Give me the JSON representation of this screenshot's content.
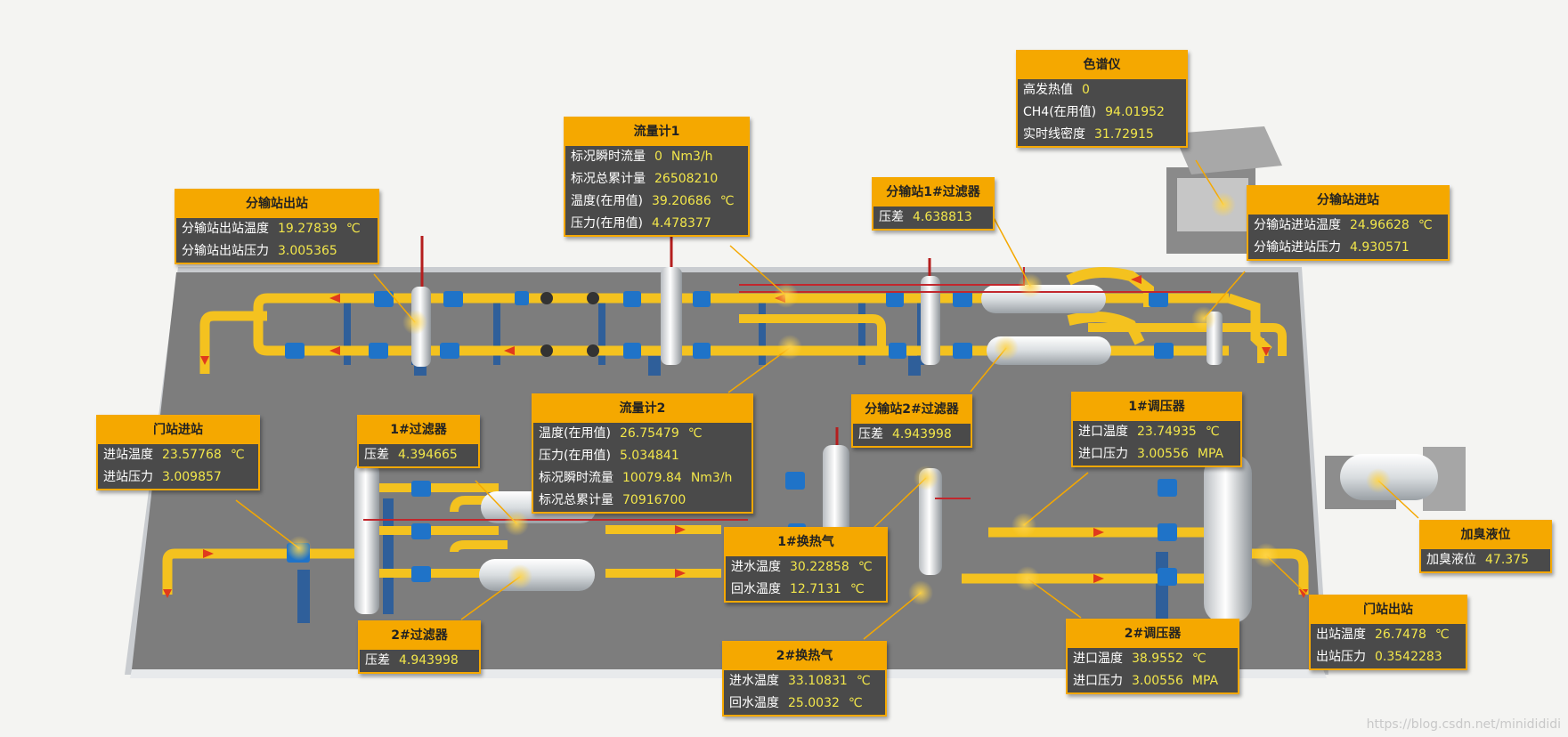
{
  "panels": [
    {
      "id": "flowmeter1",
      "title": "流量计1",
      "rows": [
        {
          "label": "标况瞬时流量",
          "value": "0",
          "unit": "Nm3/h"
        },
        {
          "label": "标况总累计量",
          "value": "26508210",
          "unit": ""
        },
        {
          "label": "温度(在用值)",
          "value": "39.20686",
          "unit": "℃"
        },
        {
          "label": "压力(在用值)",
          "value": "4.478377",
          "unit": ""
        }
      ]
    },
    {
      "id": "branch-out",
      "title": "分输站出站",
      "rows": [
        {
          "label": "分输站出站温度",
          "value": "19.27839",
          "unit": "℃"
        },
        {
          "label": "分输站出站压力",
          "value": "3.005365",
          "unit": ""
        }
      ]
    },
    {
      "id": "chromatograph",
      "title": "色谱仪",
      "rows": [
        {
          "label": "高发热值",
          "value": "0",
          "unit": ""
        },
        {
          "label": "CH4(在用值)",
          "value": "94.01952",
          "unit": ""
        },
        {
          "label": "实时线密度",
          "value": "31.72915",
          "unit": ""
        }
      ]
    },
    {
      "id": "branch1-filter",
      "title": "分输站1#过滤器",
      "rows": [
        {
          "label": "压差",
          "value": "4.638813",
          "unit": ""
        }
      ]
    },
    {
      "id": "branch-in",
      "title": "分输站进站",
      "rows": [
        {
          "label": "分输站进站温度",
          "value": "24.96628",
          "unit": "℃"
        },
        {
          "label": "分输站进站压力",
          "value": "4.930571",
          "unit": ""
        }
      ]
    },
    {
      "id": "gate-in",
      "title": "门站进站",
      "rows": [
        {
          "label": "进站温度",
          "value": "23.57768",
          "unit": "℃"
        },
        {
          "label": "进站压力",
          "value": "3.009857",
          "unit": ""
        }
      ]
    },
    {
      "id": "filter1",
      "title": "1#过滤器",
      "rows": [
        {
          "label": "压差",
          "value": "4.394665",
          "unit": ""
        }
      ]
    },
    {
      "id": "flowmeter2",
      "title": "流量计2",
      "rows": [
        {
          "label": "温度(在用值)",
          "value": "26.75479",
          "unit": "℃"
        },
        {
          "label": "压力(在用值)",
          "value": "5.034841",
          "unit": ""
        },
        {
          "label": "标况瞬时流量",
          "value": "10079.84",
          "unit": "Nm3/h"
        },
        {
          "label": "标况总累计量",
          "value": "70916700",
          "unit": ""
        }
      ]
    },
    {
      "id": "branch2-filter",
      "title": "分输站2#过滤器",
      "rows": [
        {
          "label": "压差",
          "value": "4.943998",
          "unit": ""
        }
      ]
    },
    {
      "id": "regulator1",
      "title": "1#调压器",
      "rows": [
        {
          "label": "进口温度",
          "value": "23.74935",
          "unit": "℃"
        },
        {
          "label": "进口压力",
          "value": "3.00556",
          "unit": "MPA"
        }
      ]
    },
    {
      "id": "heat-ex1",
      "title": "1#换热气",
      "rows": [
        {
          "label": "进水温度",
          "value": "30.22858",
          "unit": "℃"
        },
        {
          "label": "回水温度",
          "value": "12.7131",
          "unit": "℃"
        }
      ]
    },
    {
      "id": "odorant",
      "title": "加臭液位",
      "rows": [
        {
          "label": "加臭液位",
          "value": "47.375",
          "unit": ""
        }
      ]
    },
    {
      "id": "filter2",
      "title": "2#过滤器",
      "rows": [
        {
          "label": "压差",
          "value": "4.943998",
          "unit": ""
        }
      ]
    },
    {
      "id": "heat-ex2",
      "title": "2#换热气",
      "rows": [
        {
          "label": "进水温度",
          "value": "33.10831",
          "unit": "℃"
        },
        {
          "label": "回水温度",
          "value": "25.0032",
          "unit": "℃"
        }
      ]
    },
    {
      "id": "regulator2",
      "title": "2#调压器",
      "rows": [
        {
          "label": "进口温度",
          "value": "38.9552",
          "unit": "℃"
        },
        {
          "label": "进口压力",
          "value": "3.00556",
          "unit": "MPA"
        }
      ]
    },
    {
      "id": "gate-out",
      "title": "门站出站",
      "rows": [
        {
          "label": "出站温度",
          "value": "26.7478",
          "unit": "℃"
        },
        {
          "label": "出站压力",
          "value": "0.3542283",
          "unit": ""
        }
      ]
    }
  ],
  "watermark": "https://blog.csdn.net/minidididi",
  "colors": {
    "panel_border": "#f5a800",
    "panel_bg": "#4a4a4a",
    "value": "#f2e64a",
    "pipe": "#f4c21f",
    "valve": "#1f73c8",
    "platform": "#7d7d7d"
  }
}
